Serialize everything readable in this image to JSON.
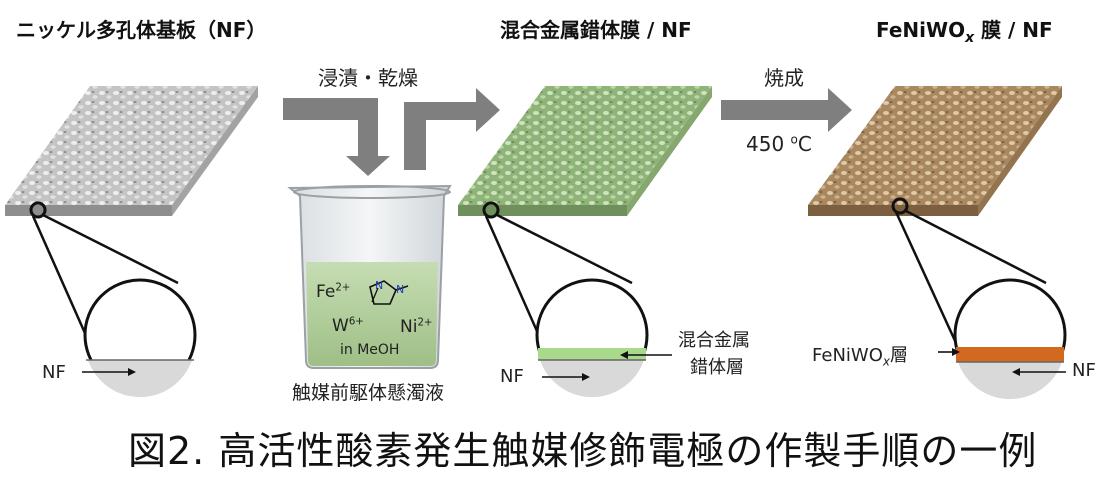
{
  "titles": {
    "panel1": "ニッケル多孔体基板（NF）",
    "panel2": "混合金属錯体膜 / NF",
    "panel3_main": "FeNiWO",
    "panel3_sub": "x",
    "panel3_tail": " 膜 / NF"
  },
  "steps": {
    "step1": "浸漬・乾燥",
    "step2": "焼成",
    "temp_value": "450 ",
    "temp_unit_sup": "o",
    "temp_unit": "C"
  },
  "beaker": {
    "fe": "Fe",
    "fe_charge": "2+",
    "w": "W",
    "w_charge": "6+",
    "ni": "Ni",
    "ni_charge": "2+",
    "solvent": "in MeOH",
    "label": "触媒前駆体懸濁液",
    "ring_n1": "N",
    "ring_n2": "N"
  },
  "labels": {
    "nf1": "NF",
    "nf2": "NF",
    "nf3": "NF",
    "complex_layer_line1": "混合金属",
    "complex_layer_line2": "錯体層",
    "oxide_layer_main": "FeNiWO",
    "oxide_layer_sub": "x",
    "oxide_layer_tail": "層"
  },
  "caption": "図2. 高活性酸素発生触媒修飾電極の作製手順の一例",
  "colors": {
    "nf_gray": "#b9b9b9",
    "complex_green": "#a9c98a",
    "oxide_brown": "#bfa17a",
    "oxide_layer": "#d2691e",
    "arrow_gray": "#7f7f7f",
    "liquid_green": "#b7d2a0"
  }
}
